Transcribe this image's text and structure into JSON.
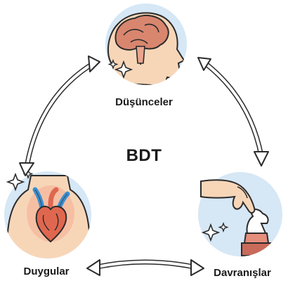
{
  "center_title": "BDT",
  "nodes": {
    "thoughts": {
      "label": "Düşünceler",
      "icon": "head-brain-icon"
    },
    "feelings": {
      "label": "Duygular",
      "icon": "chest-heart-icon"
    },
    "behaviors": {
      "label": "Davranışlar",
      "icon": "hand-chess-piece-icon"
    }
  },
  "colors": {
    "circle_fill": "#d6e7f5",
    "outline": "#2b2b2b",
    "skin": "#f7d6b8",
    "brain": "#d9866f",
    "heart": "#e0674f",
    "vessel_blue": "#3b8fd1",
    "arrow_fill": "#ffffff"
  }
}
